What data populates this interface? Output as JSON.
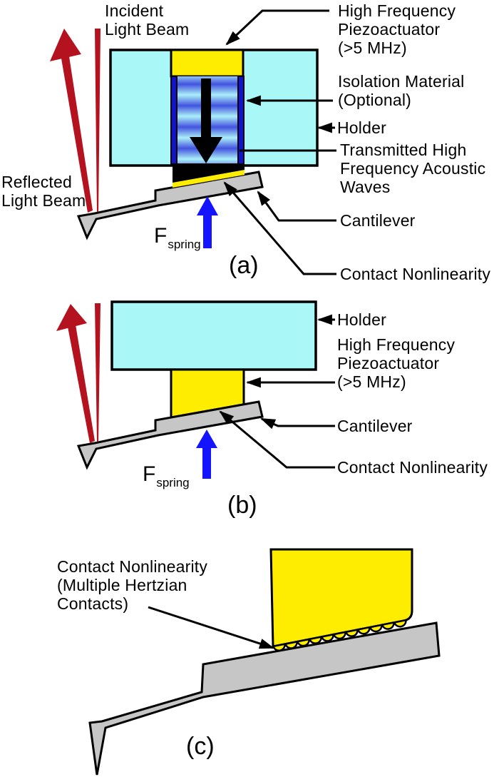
{
  "panel_a": {
    "tag": "(a)",
    "incident_beam": "Incident\nLight Beam",
    "reflected_beam": "Reflected\nLight Beam",
    "piezoactuator": "High Frequency\nPiezoactuator\n(>5 MHz)",
    "isolation": "Isolation Material\n(Optional)",
    "holder": "Holder",
    "transmitted_waves": "Transmitted High\nFrequency Acoustic\nWaves",
    "cantilever": "Cantilever",
    "contact": "Contact Nonlinearity",
    "f_spring": {
      "symbol": "F",
      "subscript": "spring"
    }
  },
  "panel_b": {
    "tag": "(b)",
    "holder": "Holder",
    "piezoactuator": "High Frequency\nPiezoactuator\n(>5 MHz)",
    "cantilever": "Cantilever",
    "contact": "Contact Nonlinearity",
    "f_spring": {
      "symbol": "F",
      "subscript": "spring"
    }
  },
  "panel_c": {
    "tag": "(c)",
    "contact": "Contact Nonlinearity\n(Multiple Hertzian\nContacts)"
  },
  "colors": {
    "holder_cyan": "#A9F7F7",
    "piezo_yellow": "#FFED00",
    "cantilever_gray": "#C6C6C6",
    "beam_red": "#B5121F",
    "spring_blue": "#1414FF",
    "isolation_blue": "#1014CE",
    "wave_light": "#AAEFF8",
    "wave_dark": "#4353E0",
    "outline_black": "#000000"
  }
}
